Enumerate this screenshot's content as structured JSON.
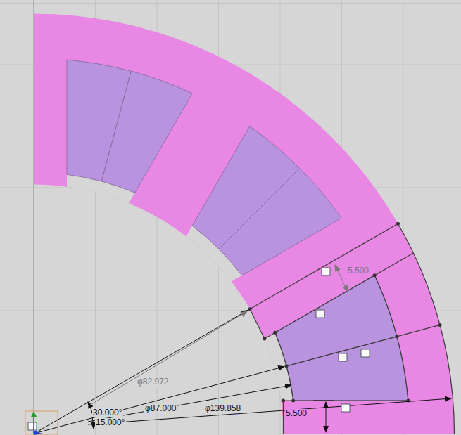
{
  "diagram": {
    "labels": [
      "5.500",
      "φ82.972",
      "30.000°",
      "15.000°",
      "φ87.000",
      "φ139.858",
      "5.500"
    ]
  }
}
